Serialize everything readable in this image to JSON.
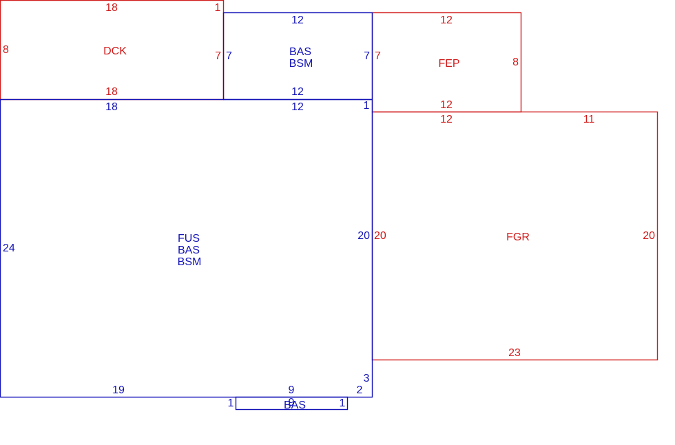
{
  "colors": {
    "blue": "#1212b8",
    "red": "#d11a1a"
  },
  "areas": {
    "dck": {
      "codes": [
        "DCK"
      ],
      "dims": {
        "top": "18",
        "corner": "1",
        "left": "8",
        "right": "7",
        "bottom": "18"
      }
    },
    "bas_top": {
      "codes": [
        "BAS",
        "BSM"
      ],
      "dims": {
        "top": "12",
        "left": "7",
        "right": "7",
        "bottom": "12"
      }
    },
    "fep": {
      "codes": [
        "FEP"
      ],
      "dims": {
        "top": "12",
        "left": "7",
        "right": "8",
        "bottom": "12"
      }
    },
    "main": {
      "codes": [
        "FUS",
        "BAS",
        "BSM"
      ],
      "dims": {
        "top": "18",
        "top_right": "12",
        "corner": "1",
        "left": "24",
        "right": "20",
        "bottom_left": "19",
        "bottom_mid": "9",
        "step_vertical": "3",
        "step_horizontal": "2"
      }
    },
    "fgr": {
      "codes": [
        "FGR"
      ],
      "dims": {
        "top_left": "12",
        "top_right": "11",
        "left": "20",
        "right": "20",
        "bottom": "23"
      }
    },
    "bas_bottom": {
      "codes": [
        "BAS"
      ],
      "dims": {
        "top": "9",
        "left": "1",
        "right": "1"
      }
    }
  }
}
